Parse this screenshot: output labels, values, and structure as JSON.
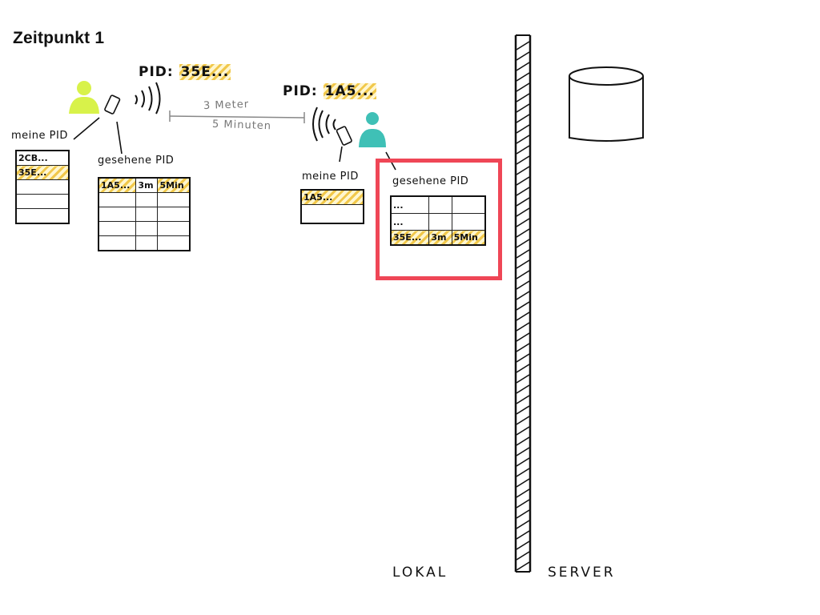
{
  "title": "Zeitpunkt 1",
  "person_a": {
    "pid_label": "PID:",
    "pid_value": "35E...",
    "meine_pid_label": "meine PID",
    "meine_pid_rows": [
      "2CB...",
      "35E...",
      "",
      ""
    ],
    "gesehene_pid_label": "gesehene PID",
    "gesehene_rows": [
      [
        "1A5...",
        "3m",
        "5Min"
      ],
      [
        "",
        "",
        ""
      ],
      [
        "",
        "",
        ""
      ],
      [
        "",
        "",
        ""
      ]
    ]
  },
  "distance": {
    "meters": "3 Meter",
    "minutes": "5 Minuten"
  },
  "person_b": {
    "pid_label": "PID:",
    "pid_value": "1A5...",
    "meine_pid_label": "meine PID",
    "meine_pid_rows": [
      "1A5...",
      ""
    ],
    "gesehene_pid_label": "gesehene PID",
    "gesehene_rows": [
      [
        "...",
        "",
        ""
      ],
      [
        "...",
        "",
        ""
      ],
      [
        "35E...",
        "3m",
        "5Min"
      ]
    ]
  },
  "zones": {
    "left": "LOKAL",
    "right": "SERVER"
  },
  "colors": {
    "person_a": "#d8f24a",
    "person_b": "#3fc0b6",
    "highlight_box": "#ef4656",
    "highlight_fill": "#f1c84b"
  }
}
